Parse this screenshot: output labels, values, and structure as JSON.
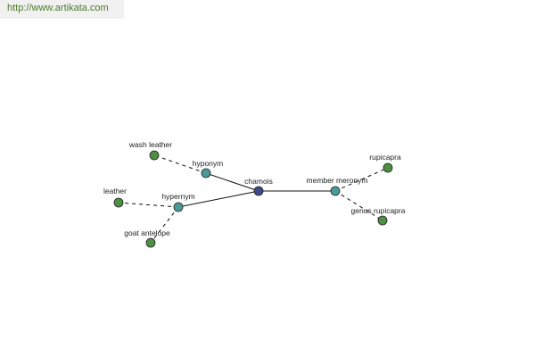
{
  "header": {
    "url": "http://www.artikata.com"
  },
  "colors": {
    "center": "#3e4a8a",
    "relation": "#4a9a9a",
    "term": "#4f8f45",
    "edge": "#111111",
    "url_text": "#4a7a2a",
    "url_background": "#f1f1f1"
  },
  "graph": {
    "nodes": [
      {
        "id": "chamois",
        "label": "chamois",
        "kind": "center"
      },
      {
        "id": "hyponym",
        "label": "hyponym",
        "kind": "relation"
      },
      {
        "id": "hypernym",
        "label": "hypernym",
        "kind": "relation"
      },
      {
        "id": "member-meronym",
        "label": "member meronym",
        "kind": "relation"
      },
      {
        "id": "wash-leather",
        "label": "wash leather",
        "kind": "term"
      },
      {
        "id": "leather",
        "label": "leather",
        "kind": "term"
      },
      {
        "id": "goat-antelope",
        "label": "goat antelope",
        "kind": "term"
      },
      {
        "id": "rupicapra",
        "label": "rupicapra",
        "kind": "term"
      },
      {
        "id": "genus-rupicapra",
        "label": "genus rupicapra",
        "kind": "term"
      }
    ],
    "edges": [
      {
        "from": "chamois",
        "to": "hyponym",
        "style": "solid"
      },
      {
        "from": "chamois",
        "to": "hypernym",
        "style": "solid"
      },
      {
        "from": "chamois",
        "to": "member-meronym",
        "style": "solid"
      },
      {
        "from": "hyponym",
        "to": "wash-leather",
        "style": "dashed"
      },
      {
        "from": "hypernym",
        "to": "leather",
        "style": "dashed"
      },
      {
        "from": "hypernym",
        "to": "goat-antelope",
        "style": "dashed"
      },
      {
        "from": "member-meronym",
        "to": "rupicapra",
        "style": "dashed"
      },
      {
        "from": "member-meronym",
        "to": "genus-rupicapra",
        "style": "dashed"
      }
    ]
  }
}
